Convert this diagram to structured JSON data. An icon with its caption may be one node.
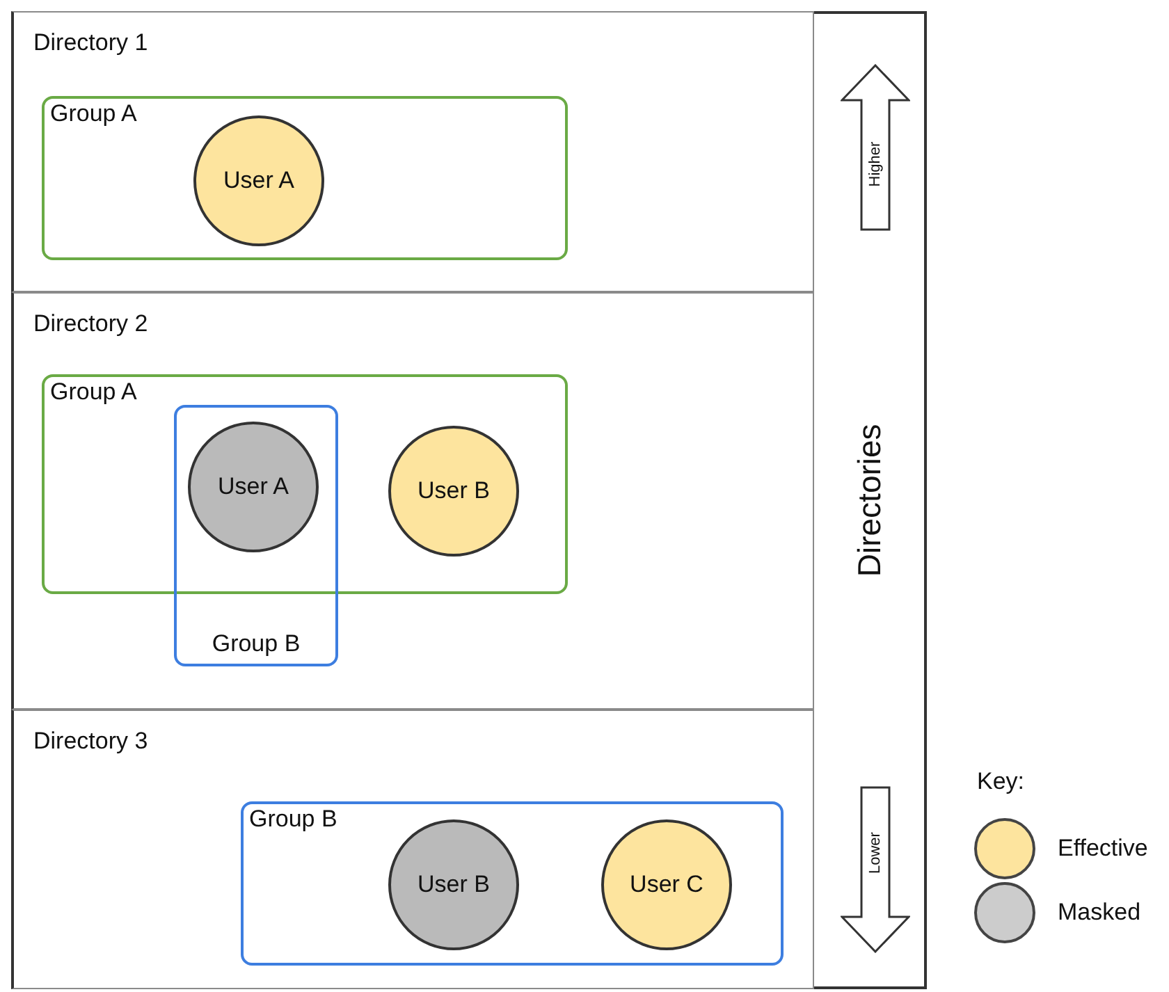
{
  "diagram": {
    "nodes": [
      {
        "text": [
          "Directory 1"
        ]
      },
      {
        "text": [
          "Group A"
        ],
        "in": 0
      },
      {
        "text": [
          "User A"
        ],
        "in": 1
      },
      {
        "text": [
          "Directory 2"
        ]
      },
      {
        "text": [
          "Group A"
        ],
        "in": 3
      },
      {
        "text": [
          "Group B"
        ],
        "in": 3
      },
      {
        "text": [
          "User A"
        ]
      },
      {
        "text": [
          "User B"
        ],
        "in": 4
      },
      {
        "text": [
          "Directory 3"
        ]
      },
      {
        "text": [
          "Group B"
        ],
        "in": 8
      },
      {
        "text": [
          "User B"
        ],
        "in": 9
      },
      {
        "text": [
          "User C"
        ],
        "in": 9
      },
      {
        "text": [
          "Directories"
        ]
      },
      {
        "text": [
          "Higher"
        ],
        "in": 12
      },
      {
        "text": [
          "Lower"
        ],
        "in": 12
      }
    ],
    "edges": [],
    "labels": [
      "Key:"
    ],
    "legend": [
      {
        "text": "Effective",
        "color": "#fde49e"
      },
      {
        "text": "Masked",
        "color": "#cccccc"
      }
    ]
  }
}
